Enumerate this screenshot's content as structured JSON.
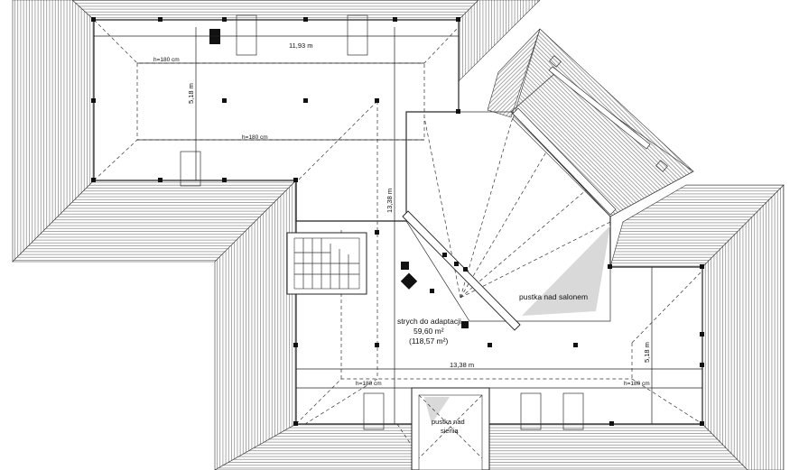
{
  "plan": {
    "dims": {
      "top_width": "11,93 m",
      "top_depth": "5,18 m",
      "center_height": "13,38 m",
      "bottom_width": "13,38 m",
      "right_depth": "5,18 m"
    },
    "heights": {
      "top_a": "h=180 cm",
      "top_b": "h=180 cm",
      "bottom_left": "h=180 cm",
      "bottom_right": "h=180 cm"
    },
    "rooms": {
      "salon_void": "pustka nad salonem",
      "attic_name": "strych do adaptacji",
      "attic_area": "59,60 m²",
      "attic_area_total": "(118,57 m²)",
      "hall_void_line1": "pustka nad",
      "hall_void_line2": "sienią"
    }
  }
}
